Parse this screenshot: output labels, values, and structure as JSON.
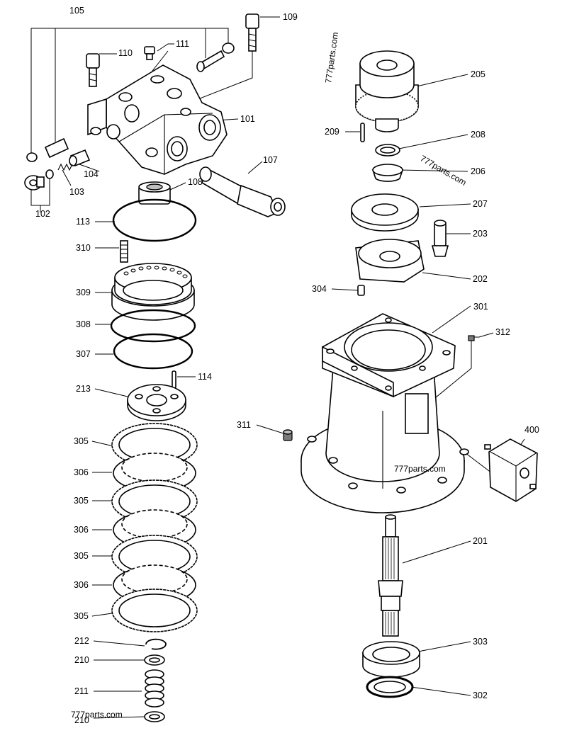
{
  "diagram": {
    "labels": {
      "p105": "105",
      "p109": "109",
      "p110": "110",
      "p111": "111",
      "p101": "101",
      "p107": "107",
      "p108": "108",
      "p104": "104",
      "p103": "103",
      "p102": "102",
      "p113": "113",
      "p310": "310",
      "p309": "309",
      "p308": "308",
      "p307": "307",
      "p114": "114",
      "p213": "213",
      "p305a": "305",
      "p306a": "306",
      "p305b": "305",
      "p306b": "306",
      "p305c": "305",
      "p306c": "306",
      "p305d": "305",
      "p212": "212",
      "p210a": "210",
      "p211": "211",
      "p210b": "210",
      "p205": "205",
      "p209": "209",
      "p208": "208",
      "p206": "206",
      "p207": "207",
      "p203": "203",
      "p202": "202",
      "p304": "304",
      "p301": "301",
      "p312": "312",
      "p311": "311",
      "p400": "400",
      "p201": "201",
      "p303": "303",
      "p302": "302"
    },
    "watermarks": {
      "wm1": "777parts.com",
      "wm2": "777parts.com",
      "wm3": "777parts.com",
      "wm4": "777parts.com"
    }
  }
}
